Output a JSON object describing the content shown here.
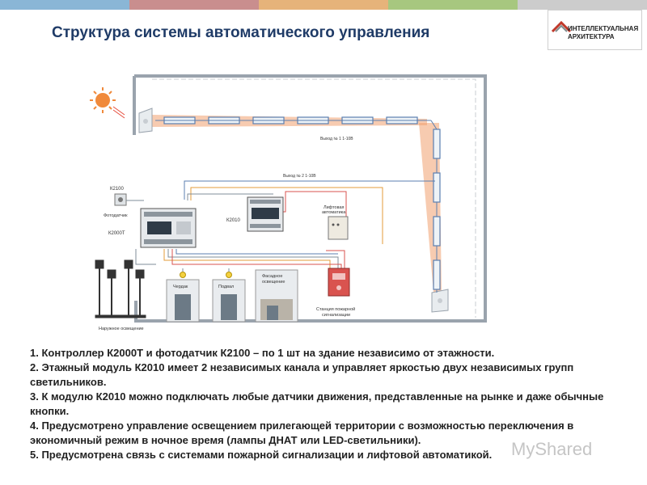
{
  "colors": {
    "stripe": [
      "#8ab6d6",
      "#c98e8e",
      "#e6b37a",
      "#a7c77f",
      "#cccccc"
    ],
    "title": "#1f3b67",
    "beam": "#f0a070",
    "wire_red": "#d9534f",
    "wire_orange": "#e39b3a",
    "wire_blue": "#5b7fb0",
    "wire_gray": "#7f8c99"
  },
  "header": {
    "title": "Структура системы автоматического управления"
  },
  "logo": {
    "line1": "ИНТЕЛЛЕКТУАЛЬНАЯ",
    "line2": "АРХИТЕКТУРА"
  },
  "diagram": {
    "labels": {
      "out1": "Выход № 1 1-10В",
      "out2": "Выход № 2 1-10В",
      "k2100": "К2100",
      "photosensor": "Фотодатчик",
      "k2000t": "К2000Т",
      "k2010": "К2010",
      "elevator_line1": "Лифтовая",
      "elevator_line2": "автоматика",
      "attic": "Чердак",
      "basement": "Подвал",
      "facade_line1": "Фасадное",
      "facade_line2": "освещение",
      "fire_line1": "Станция пожарной",
      "fire_line2": "сигнализации",
      "outdoor": "Наружное освещение"
    }
  },
  "description": [
    "1. Контроллер К2000Т и фотодатчик К2100 – по 1 шт на здание независимо от этажности.",
    "2. Этажный модуль К2010 имеет 2 независимых канала и управляет яркостью двух независимых групп светильников.",
    "3. К модулю К2010 можно подключать любые датчики движения, представленные на рынке и даже обычные кнопки.",
    "4. Предусмотрено управление освещением прилегающей территории с возможностью переключения в экономичный режим в ночное время (лампы ДНАТ или LED-светильники).",
    "5. Предусмотрена связь с системами пожарной сигнализации и лифтовой автоматикой."
  ],
  "watermark": "MyShared"
}
